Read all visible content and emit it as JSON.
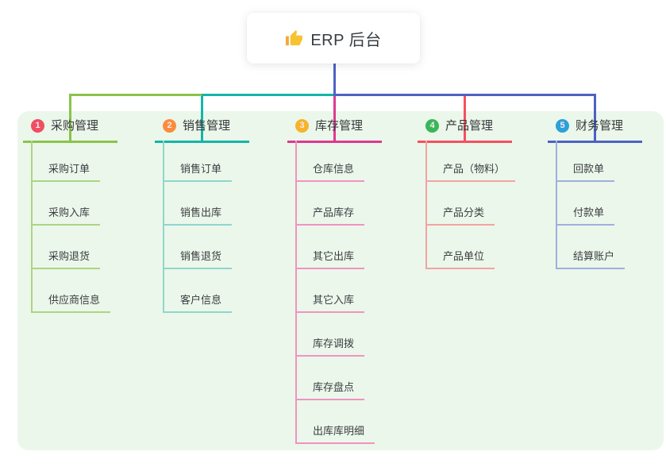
{
  "root": {
    "title": "ERP 后台",
    "icon": "thumbs-up-icon"
  },
  "panel_bg_color": "#ebf7ea",
  "trunk_color": "#4d62c4",
  "branches": [
    {
      "num": "1",
      "label": "采购管理",
      "badge_color": "#ee4f63",
      "line_color": "#8bc34a",
      "child_line_color": "#abd584",
      "children": [
        "采购订单",
        "采购入库",
        "采购退货",
        "供应商信息"
      ]
    },
    {
      "num": "2",
      "label": "销售管理",
      "badge_color": "#fb8c3d",
      "line_color": "#14b5a7",
      "child_line_color": "#8ed6cd",
      "children": [
        "销售订单",
        "销售出库",
        "销售退货",
        "客户信息"
      ]
    },
    {
      "num": "3",
      "label": "库存管理",
      "badge_color": "#f6b32b",
      "line_color": "#dc3a92",
      "child_line_color": "#f093c3",
      "children": [
        "仓库信息",
        "产品库存",
        "其它出库",
        "其它入库",
        "库存调拨",
        "库存盘点",
        "出库库明细"
      ]
    },
    {
      "num": "4",
      "label": "产品管理",
      "badge_color": "#38b75a",
      "line_color": "#f5505f",
      "child_line_color": "#f5a2a6",
      "children": [
        "产品（物料）",
        "产品分类",
        "产品单位"
      ]
    },
    {
      "num": "5",
      "label": "财务管理",
      "badge_color": "#2ba0d9",
      "line_color": "#4d62c4",
      "child_line_color": "#9fafdf",
      "children": [
        "回款单",
        "付款单",
        "结算账户"
      ]
    }
  ]
}
